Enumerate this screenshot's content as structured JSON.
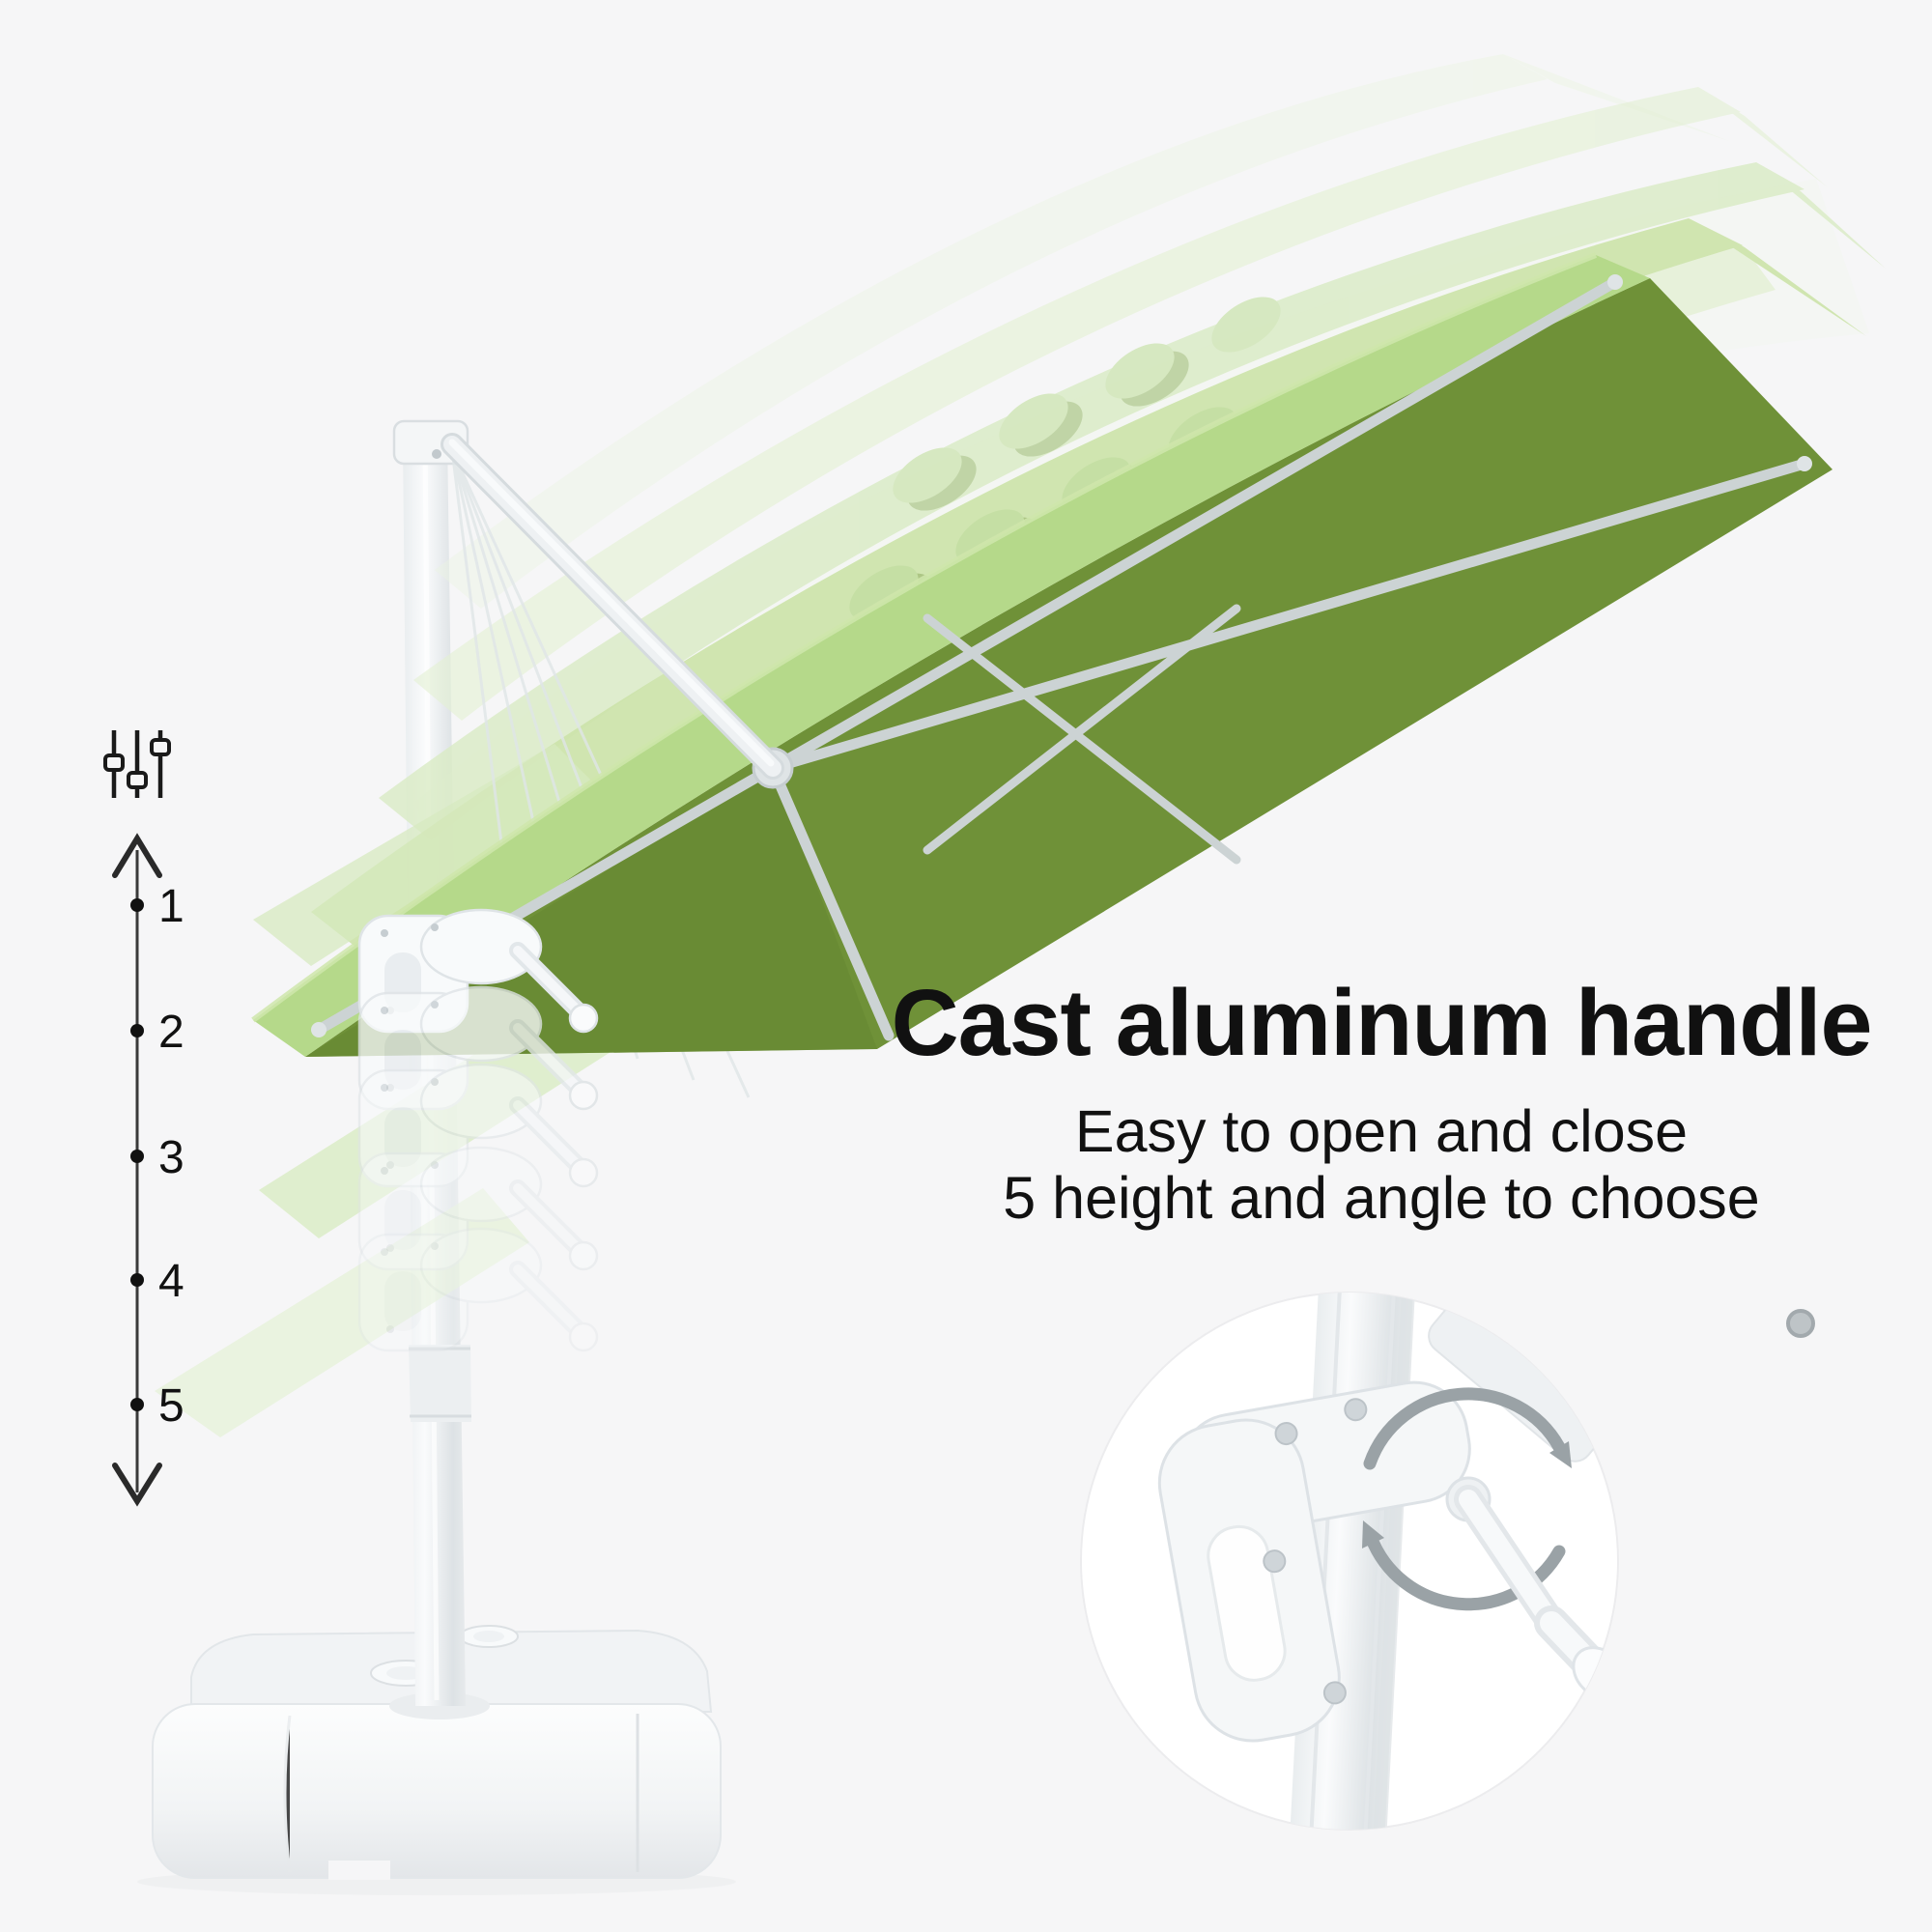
{
  "page": {
    "background_color": "#f6f6f7"
  },
  "feature": {
    "headline": "Cast aluminum handle",
    "subline1": "Easy to open and close",
    "subline2": "5 height and angle to choose",
    "text_color": "#111111"
  },
  "position_scale": {
    "labels": [
      "1",
      "2",
      "3",
      "4",
      "5"
    ],
    "icon": "adjustment-sliders-icon",
    "arrow": "double-headed-vertical-arrow",
    "arrow_color": "#3a3a3a",
    "label_color": "#111111"
  },
  "umbrella": {
    "canopy_color": "#6f9138",
    "canopy_shadow_color": "#64852f",
    "canopy_edge_color": "#b5d98a",
    "ghost_colors": [
      "#cde4ab",
      "#d9ebc4",
      "#e3f0d4",
      "#ecf5e2"
    ],
    "closing_ghost_colors": [
      "#d7eac0",
      "#d9ecc3",
      "#e2f0d2"
    ],
    "frame_color": "#eef1f3",
    "rib_color": "#ccd3d4",
    "base_color": "#f2f4f5"
  },
  "inset": {
    "icon": "rotate-clockwise-arrow",
    "arrow_color": "#9aa2a6",
    "background": "#ffffff"
  }
}
